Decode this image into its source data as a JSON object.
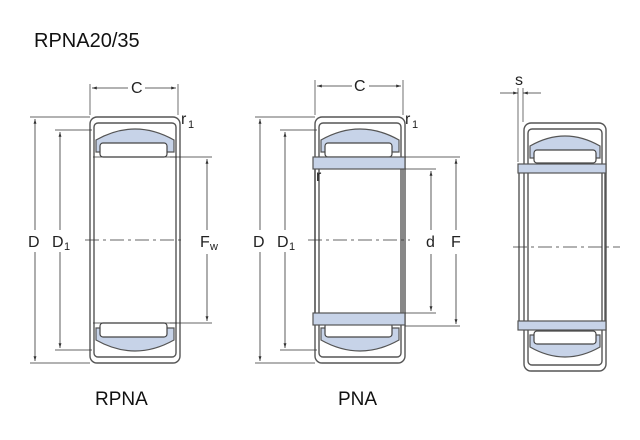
{
  "title": "RPNA20/35",
  "diagrams": [
    {
      "caption": "RPNA",
      "labels": {
        "C": "C",
        "r1": "r",
        "r1_sub": "1",
        "D": "D",
        "D1": "D",
        "D1_sub": "1",
        "Fw": "F",
        "Fw_sub": "w"
      }
    },
    {
      "caption": "PNA",
      "labels": {
        "C": "C",
        "r1": "r",
        "r1_sub": "1",
        "r": "r",
        "D": "D",
        "D1": "D",
        "D1_sub": "1",
        "d": "d",
        "F": "F"
      }
    },
    {
      "caption": "",
      "labels": {
        "s": "s"
      }
    }
  ],
  "colors": {
    "ring_fill": "#c7d3e8",
    "outline": "#555555"
  }
}
